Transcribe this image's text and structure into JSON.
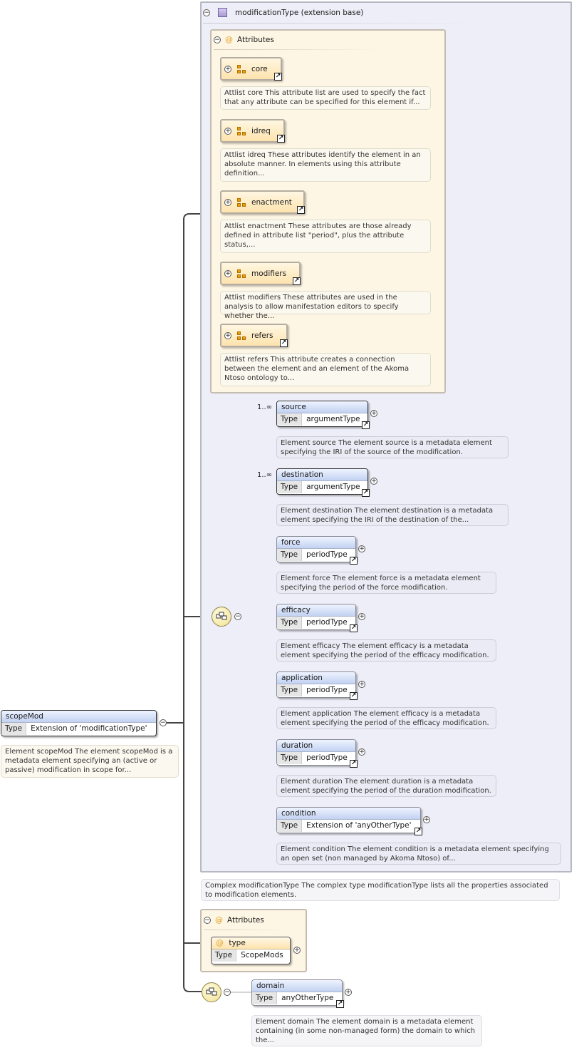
{
  "root": {
    "name": "scopeMod",
    "type_key": "Type",
    "type_value": "Extension of 'modificationType'",
    "doc": "Element scopeMod The element scopeMod is a metadata element specifying an (active or passive) modification in scope for..."
  },
  "extension": {
    "title": "modificationType (extension base)",
    "doc": "Complex modificationType The complex type modificationType lists all the properties associated to modification elements."
  },
  "inner_attributes": {
    "title": "Attributes",
    "groups": [
      {
        "name": "core",
        "doc": "Attlist core This attribute list are used to specify the fact that any attribute can be specified for this element if..."
      },
      {
        "name": "idreq",
        "doc": "Attlist idreq These attributes identify the element in an absolute manner. In elements using this attribute definition..."
      },
      {
        "name": "enactment",
        "doc": "Attlist enactment These attributes are those already defined in attribute list \"period\", plus the attribute status,..."
      },
      {
        "name": "modifiers",
        "doc": "Attlist modifiers These attributes are used in the analysis to allow manifestation editors to specify whether the..."
      },
      {
        "name": "refers",
        "doc": "Attlist refers This attribute creates a connection between the element and an element of the Akoma Ntoso ontology to..."
      }
    ]
  },
  "sequence_elements": [
    {
      "name": "source",
      "type_key": "Type",
      "type_value": "argumentType",
      "cardinality": "1..∞",
      "doc": "Element source The element source is a metadata element specifying the IRI of the source of the modification."
    },
    {
      "name": "destination",
      "type_key": "Type",
      "type_value": "argumentType",
      "cardinality": "1..∞",
      "doc": "Element destination The element destination is a metadata element specifying the IRI of the destination of the..."
    },
    {
      "name": "force",
      "type_key": "Type",
      "type_value": "periodType",
      "cardinality": "",
      "doc": "Element force The element force is a metadata element specifying the period of the force modification."
    },
    {
      "name": "efficacy",
      "type_key": "Type",
      "type_value": "periodType",
      "cardinality": "",
      "doc": "Element efficacy The element efficacy is a metadata element specifying the period of the efficacy modification."
    },
    {
      "name": "application",
      "type_key": "Type",
      "type_value": "periodType",
      "cardinality": "",
      "doc": "Element application The element efficacy is a metadata element specifying the period of the efficacy modification."
    },
    {
      "name": "duration",
      "type_key": "Type",
      "type_value": "periodType",
      "cardinality": "",
      "doc": "Element duration The element duration is a metadata element specifying the period of the duration modification."
    },
    {
      "name": "condition",
      "type_key": "Type",
      "type_value": "Extension of 'anyOtherType'",
      "cardinality": "",
      "doc": "Element condition The element condition is a metadata element specifying an open set (non managed by Akoma Ntoso) of..."
    }
  ],
  "outer_attributes": {
    "title": "Attributes",
    "attribute": {
      "name": "type",
      "type_key": "Type",
      "type_value": "ScopeMods"
    }
  },
  "domain": {
    "name": "domain",
    "type_key": "Type",
    "type_value": "anyOtherType",
    "doc": "Element domain The element domain is a metadata element containing (in some non-managed form) the domain to which the..."
  },
  "symbols": {
    "collapse": "−",
    "expand": "+",
    "at": "@",
    "ref_arrow": "↗",
    "icons": [
      "collapse-icon",
      "expand-icon",
      "attribute-group-icon",
      "complex-type-icon",
      "sequence-icon",
      "reference-arrow-icon"
    ]
  }
}
